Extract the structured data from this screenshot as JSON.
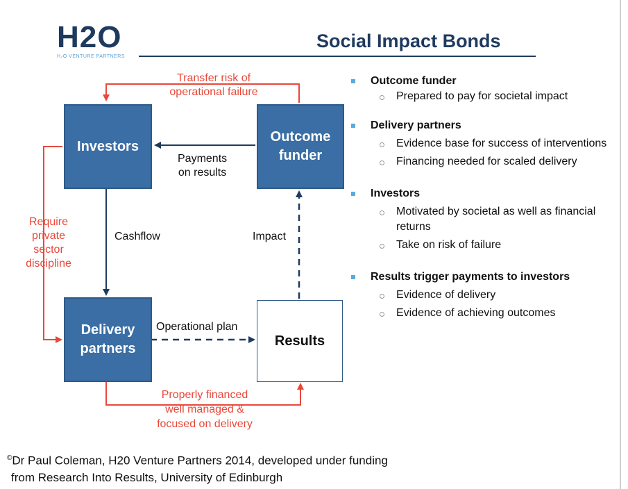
{
  "logo": {
    "text": "H2O",
    "subtitle": "H₂O VENTURE PARTNERS"
  },
  "title": "Social Impact Bonds",
  "diagram": {
    "investors": "Investors",
    "outcome_funder": [
      "Outcome",
      "funder"
    ],
    "delivery_partners": [
      "Delivery",
      "partners"
    ],
    "results": "Results",
    "payments_on_results": [
      "Payments",
      "on results"
    ],
    "cashflow": "Cashflow",
    "impact": "Impact",
    "operational_plan": "Operational plan",
    "transfer_risk": [
      "Transfer risk of",
      "operational failure"
    ],
    "require_discipline": [
      "Require",
      "private",
      "sector",
      "discipline"
    ],
    "properly_financed": [
      "Properly financed",
      "well managed &",
      "focused on delivery"
    ]
  },
  "bullets": [
    {
      "heading": "Outcome funder",
      "items": [
        "Prepared to pay for societal impact"
      ]
    },
    {
      "heading": "Delivery partners",
      "items": [
        "Evidence base for success of interventions",
        "Financing needed for scaled delivery"
      ]
    },
    {
      "heading": "Investors",
      "items": [
        "Motivated by societal as well as financial returns",
        "Take on risk of failure"
      ]
    },
    {
      "heading": "Results trigger payments to investors",
      "items": [
        "Evidence of delivery",
        "Evidence of achieving outcomes"
      ]
    }
  ],
  "footer": {
    "copyright": "©",
    "line1": "Dr Paul Coleman, H20 Venture Partners 2014, developed under funding",
    "line2": "from Research Into Results, University of Edinburgh"
  },
  "colors": {
    "box_blue": "#3a6ea5",
    "dark_navy": "#1f3a5f",
    "red": "#e8483a",
    "bullet_blue": "#5aa9dd"
  }
}
